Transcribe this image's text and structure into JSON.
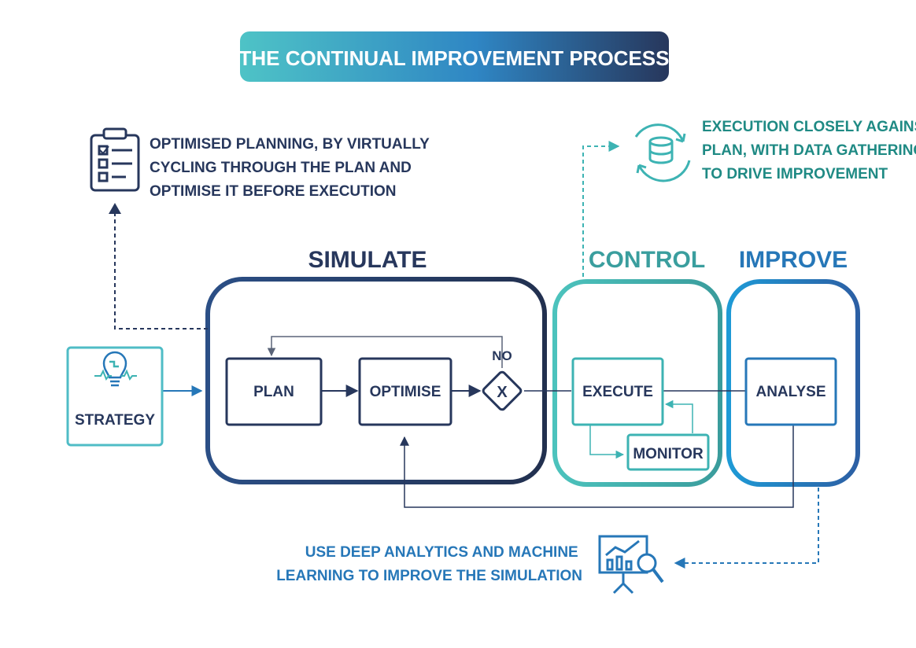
{
  "title": "THE CONTINUAL IMPROVEMENT PROCESS",
  "colors": {
    "navy": "#27375c",
    "teal": "#3db3b3",
    "blue": "#2677b8",
    "dark_teal": "#1f8a84",
    "arrow_gray": "#8a93a5"
  },
  "notes": {
    "simulate": [
      "OPTIMISED PLANNING, BY VIRTUALLY",
      "CYCLING THROUGH THE PLAN AND",
      "OPTIMISE IT BEFORE EXECUTION"
    ],
    "control": [
      "EXECUTION CLOSELY AGAINST",
      "PLAN, WITH DATA GATHERING",
      "TO DRIVE IMPROVEMENT"
    ],
    "improve": [
      "USE DEEP ANALYTICS AND MACHINE",
      "LEARNING TO IMPROVE THE SIMULATION"
    ]
  },
  "phases": {
    "simulate": "SIMULATE",
    "control": "CONTROL",
    "improve": "IMPROVE"
  },
  "nodes": {
    "strategy": "STRATEGY",
    "plan": "PLAN",
    "optimise": "OPTIMISE",
    "decision": "X",
    "decision_no": "NO",
    "execute": "EXECUTE",
    "monitor": "MONITOR",
    "analyse": "ANALYSE"
  },
  "icons": {
    "checklist": "clipboard-checklist-icon",
    "database_cycle": "database-cycle-icon",
    "analytics": "analytics-presentation-icon",
    "strategy": "brain-lightbulb-icon"
  }
}
